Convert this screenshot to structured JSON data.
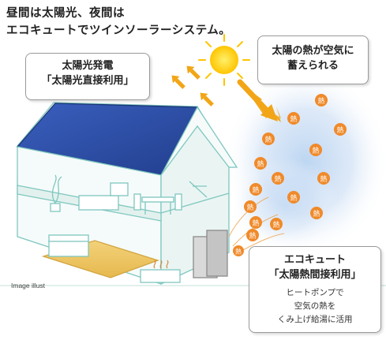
{
  "headline": {
    "line1": "昼間は太陽光、夜間は",
    "line2": "エコキュートでツインソーラーシステム。"
  },
  "callout_solar": {
    "line1": "太陽光発電",
    "line2": "「太陽光直接利用」"
  },
  "callout_heat": {
    "line1": "太陽の熱が空気に",
    "line2": "蓄えられる"
  },
  "callout_ecocute": {
    "title": "エコキュート",
    "subtitle": "「太陽熱間接利用」",
    "desc1": "ヒートポンプで",
    "desc2": "空気の熱を",
    "desc3": "くみ上げ給湯に活用"
  },
  "caption": "Image illust",
  "heat_label": "熱",
  "icons": {
    "sun": "sun-icon",
    "arrows": "sunlight-arrow-icon",
    "big_arrow": "heat-flow-arrow-icon"
  },
  "colors": {
    "heat_badge": "#f08a2a",
    "sun": "#ffd21f",
    "solar_panel": "#2d4fa8",
    "sky_blue": "#9fc2ea",
    "house_line": "#7fc7bf"
  }
}
